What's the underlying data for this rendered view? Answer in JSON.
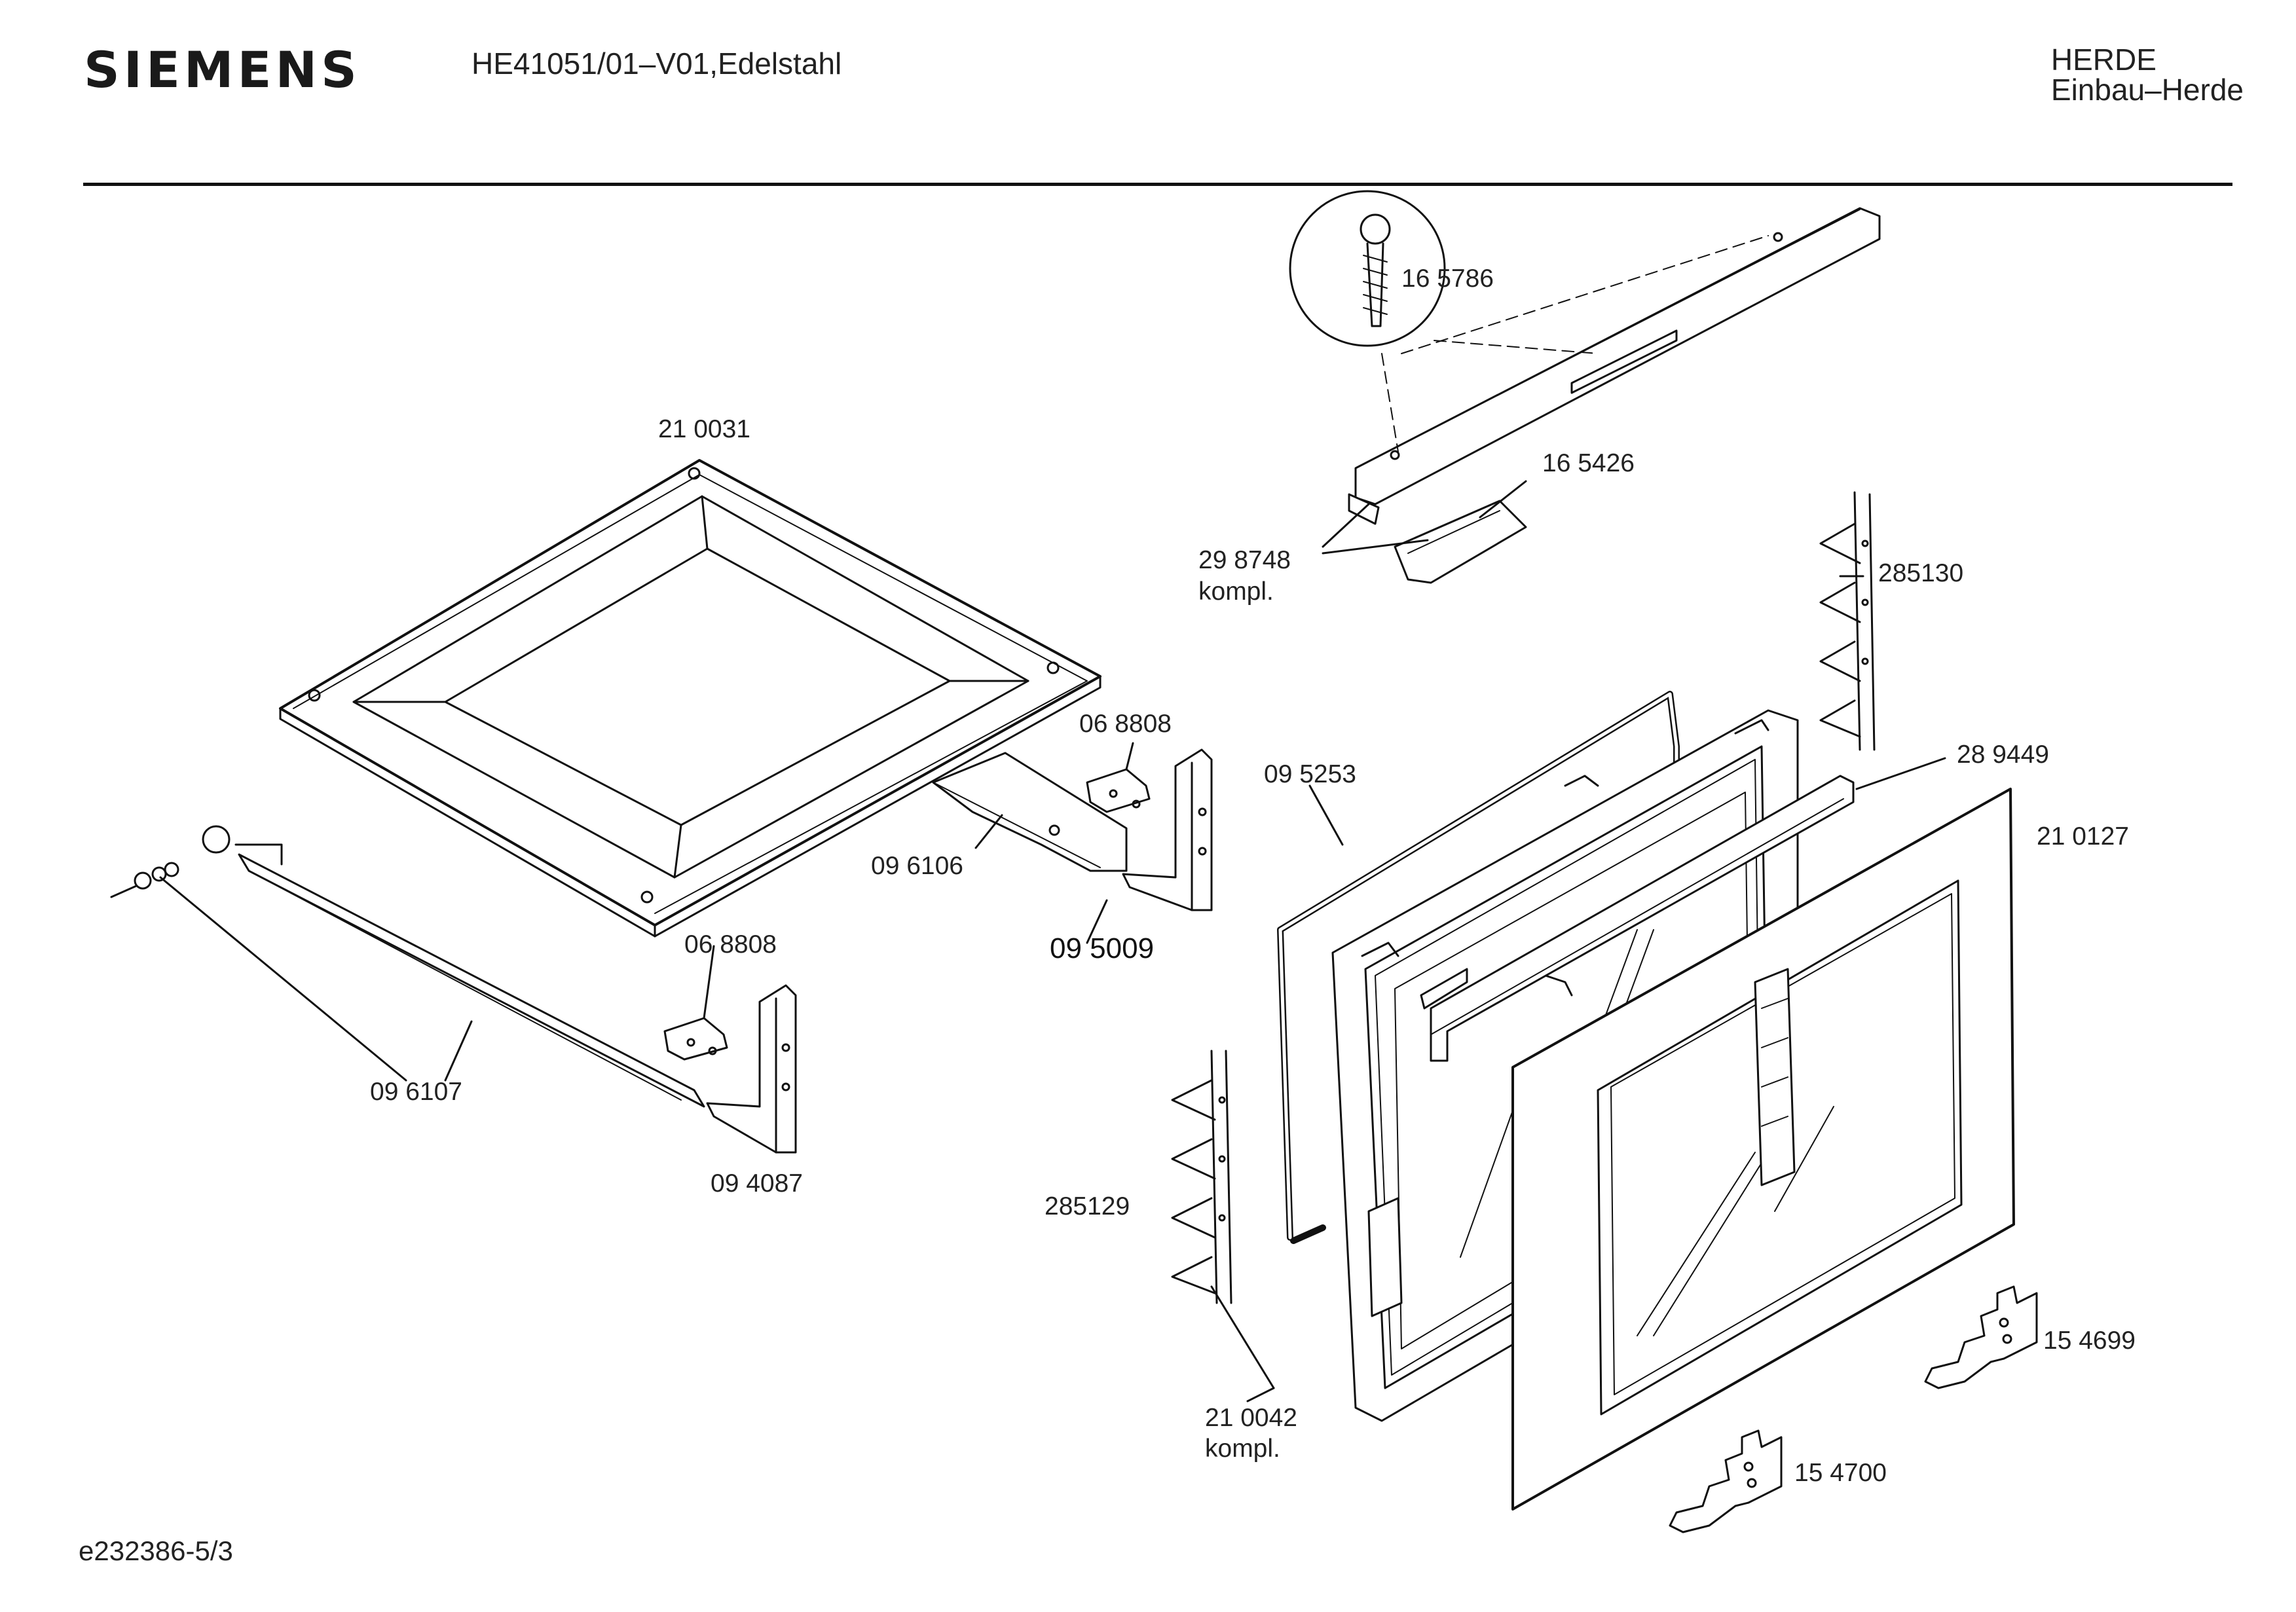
{
  "header": {
    "brand": "SIEMENS",
    "model": "HE41051/01–V01,Edelstahl",
    "category_line1": "HERDE",
    "category_line2": "Einbau–Herde"
  },
  "footer": {
    "reference": "e232386-5/3"
  },
  "parts": {
    "p165786": "16 5786",
    "p210031": "21 0031",
    "p165426": "16 5426",
    "p298748": "29 8748",
    "p298748_note": "kompl.",
    "p285130": "285130",
    "p068808_a": "06 8808",
    "p095253": "09 5253",
    "p289449": "28 9449",
    "p210127": "21 0127",
    "p096106": "09 6106",
    "p095009": "09 5009",
    "p068808_b": "06 8808",
    "p096107": "09 6107",
    "p094087": "09 4087",
    "p285129": "285129",
    "p154699": "15 4699",
    "p210042": "21 0042",
    "p210042_note": "kompl.",
    "p154700": "15 4700"
  }
}
